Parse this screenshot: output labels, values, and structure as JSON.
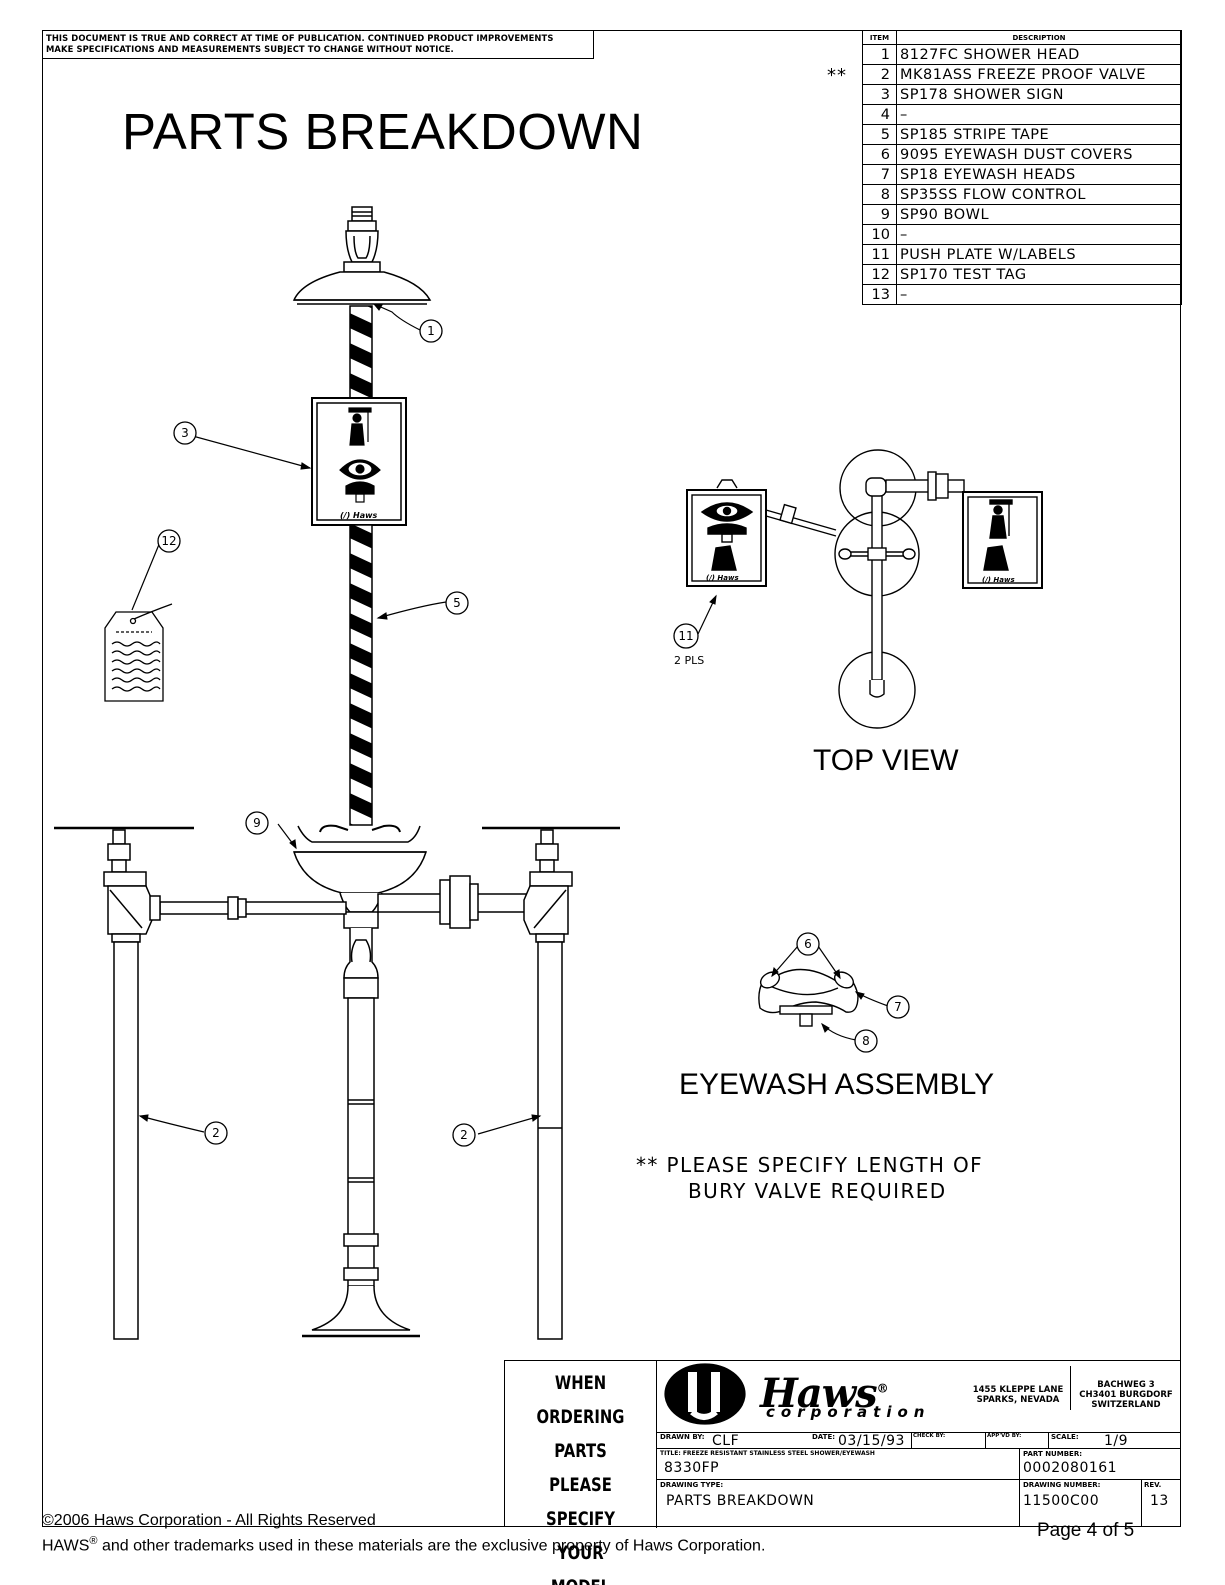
{
  "disclaimer": {
    "line1": "THIS DOCUMENT IS TRUE AND CORRECT AT TIME OF PUBLICATION. CONTINUED PRODUCT IMPROVEMENTS",
    "line2": "MAKE SPECIFICATIONS AND MEASUREMENTS SUBJECT TO CHANGE WITHOUT NOTICE."
  },
  "title": "PARTS BREAKDOWN",
  "parts_table": {
    "header_item": "ITEM",
    "header_description": "DESCRIPTION",
    "star_mark": "**",
    "rows": [
      {
        "item": "1",
        "description": "8127FC SHOWER HEAD"
      },
      {
        "item": "2",
        "description": "MK81ASS FREEZE PROOF VALVE"
      },
      {
        "item": "3",
        "description": "SP178 SHOWER SIGN"
      },
      {
        "item": "4",
        "description": "–"
      },
      {
        "item": "5",
        "description": "SP185 STRIPE TAPE"
      },
      {
        "item": "6",
        "description": "9095 EYEWASH DUST COVERS"
      },
      {
        "item": "7",
        "description": "SP18 EYEWASH HEADS"
      },
      {
        "item": "8",
        "description": "SP35SS FLOW CONTROL"
      },
      {
        "item": "9",
        "description": "SP90 BOWL"
      },
      {
        "item": "10",
        "description": "–"
      },
      {
        "item": "11",
        "description": "PUSH PLATE W/LABELS"
      },
      {
        "item": "12",
        "description": "SP170 TEST TAG"
      },
      {
        "item": "13",
        "description": "–"
      }
    ]
  },
  "callouts": {
    "c1": "1",
    "c2a": "2",
    "c2b": "2",
    "c3": "3",
    "c5": "5",
    "c6": "6",
    "c7": "7",
    "c8": "8",
    "c9": "9",
    "c11": "11",
    "c12": "12"
  },
  "pls_label": "2 PLS",
  "top_view_label": "TOP VIEW",
  "eyewash_label": "EYEWASH ASSEMBLY",
  "note": {
    "line1": "** PLEASE SPECIFY LENGTH OF",
    "line2": "BURY VALVE REQUIRED"
  },
  "title_block": {
    "order_lines": [
      "WHEN ORDERING",
      "PARTS PLEASE",
      "SPECIFY YOUR",
      "MODEL NUMBER"
    ],
    "brand": "Haws",
    "brand_reg": "®",
    "brand_sub": "corporation",
    "address_us": [
      "1455 KLEPPE LANE",
      "SPARKS, NEVADA"
    ],
    "address_ch": [
      "BACHWEG 3",
      "CH3401 BURGDORF",
      "SWITZERLAND"
    ],
    "drawn_by_label": "DRAWN BY:",
    "drawn_by": "CLF",
    "date_label": "DATE:",
    "date": "03/15/93",
    "check_label": "CHECK BY:",
    "appvd_label": "APP'VD BY:",
    "scale_label": "SCALE:",
    "scale": "1/9",
    "title_label": "TITLE: FREEZE RESISTANT STAINLESS STEEL SHOWER/EYEWASH",
    "model": "8330FP",
    "part_number_label": "PART NUMBER:",
    "part_number": "0002080161",
    "drawing_type_label": "DRAWING TYPE:",
    "drawing_type": "PARTS BREAKDOWN",
    "drawing_number_label": "DRAWING NUMBER:",
    "drawing_number": "11500C00",
    "rev_label": "REV.",
    "rev": "13"
  },
  "footer": {
    "copyright": "©2006 Haws Corporation - All Rights Reserved",
    "trademark_prefix": "HAWS",
    "trademark_reg": "®",
    "trademark_rest": " and other trademarks used in these materials are the exclusive property of Haws Corporation.",
    "page": "Page 4 of 5"
  }
}
